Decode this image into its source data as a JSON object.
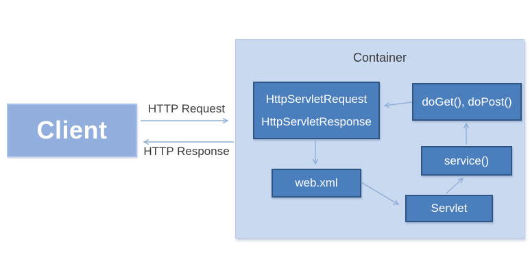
{
  "colors": {
    "client_fill": "#91aedd",
    "client_border": "#a9c1e8",
    "container_fill": "#c9d9f0",
    "container_border": "#b7c9e5",
    "node_fill": "#4a7ebc",
    "node_border": "#2e5584",
    "arrow": "#8fafd6",
    "text_dark": "#3a3a3a",
    "text_light": "#ffffff"
  },
  "client": {
    "label": "Client"
  },
  "connections": {
    "request_label": "HTTP Request",
    "response_label": "HTTP Response"
  },
  "container": {
    "title": "Container",
    "nodes": {
      "http_servlet": {
        "line1": "HttpServletRequest",
        "line2": "HttpServletResponse"
      },
      "do_get_post": {
        "label": "doGet(), doPost()"
      },
      "service": {
        "label": "service()"
      },
      "web_xml": {
        "label": "web.xml"
      },
      "servlet": {
        "label": "Servlet"
      }
    }
  }
}
